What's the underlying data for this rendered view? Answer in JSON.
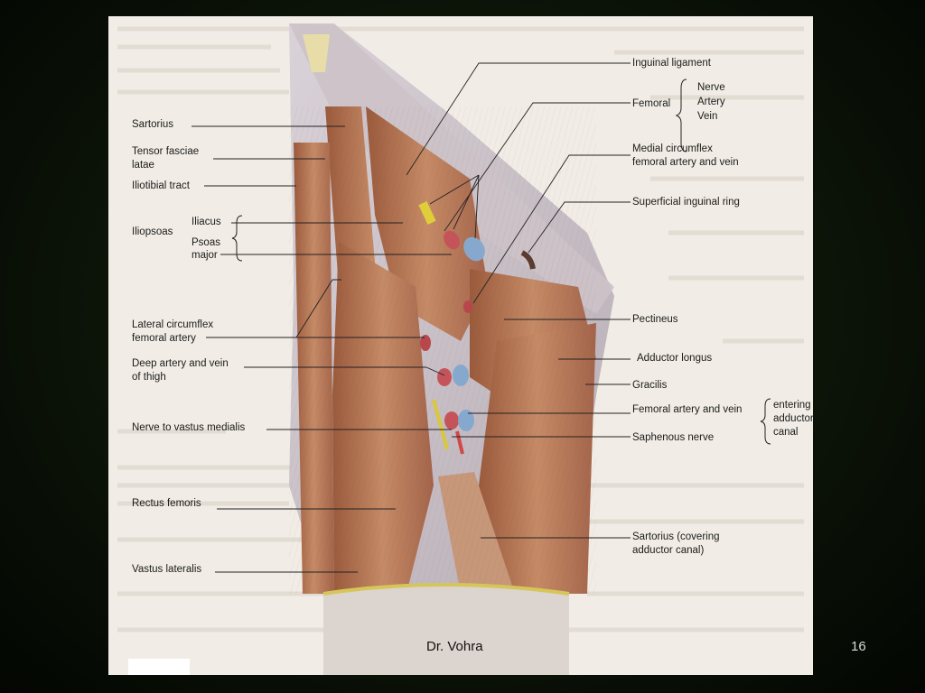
{
  "left_labels": {
    "sartorius": "Sartorius",
    "tensor_1": "Tensor fasciae",
    "tensor_2": "latae",
    "iliotibial": "Iliotibial tract",
    "iliopsoas": "Iliopsoas",
    "iliacus": "Iliacus",
    "psoas_1": "Psoas",
    "psoas_2": "major",
    "lat_circ_1": "Lateral circumflex",
    "lat_circ_2": "femoral artery",
    "deep_1": "Deep artery and vein",
    "deep_2": "of thigh",
    "nerve_vastus": "Nerve to vastus medialis",
    "rectus": "Rectus femoris",
    "vastus_lat": "Vastus lateralis"
  },
  "right_labels": {
    "inguinal": "Inguinal ligament",
    "femoral": "Femoral",
    "nerve": "Nerve",
    "artery": "Artery",
    "vein": "Vein",
    "medial_circ_1": "Medial circumflex",
    "medial_circ_2": "femoral artery and vein",
    "superficial_ring": "Superficial inguinal ring",
    "pectineus": "Pectineus",
    "adductor_longus": "Adductor longus",
    "gracilis": "Gracilis",
    "fem_art_vein": "Femoral artery and vein",
    "saphenous": "Saphenous nerve",
    "sartorius_cov_1": "Sartorius (covering",
    "sartorius_cov_2": "adductor canal)",
    "entering_1": "entering",
    "entering_2": "adductor",
    "entering_3": "canal"
  },
  "footer": {
    "author": "Dr. Vohra",
    "page": "16"
  }
}
